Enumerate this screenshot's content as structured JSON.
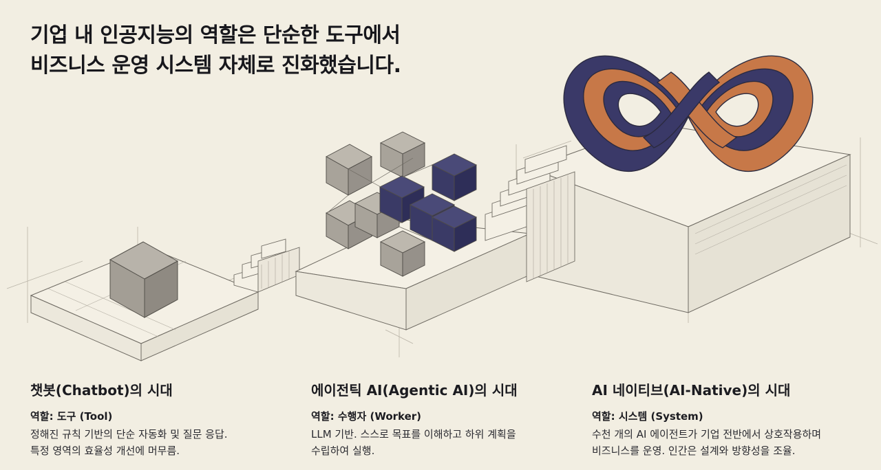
{
  "headline": {
    "line1": "기업 내 인공지능의 역할은 단순한 도구에서",
    "line2": "비즈니스 운영 시스템 자체로 진화했습니다."
  },
  "colors": {
    "background": "#f2eee2",
    "grey_cube": "#a8a39a",
    "navy_cube": "#363760",
    "infinity_orange": "#c77848",
    "infinity_navy": "#3a3968"
  },
  "eras": [
    {
      "title": "챗봇(Chatbot)의 시대",
      "role_label": "역할:",
      "role_value": "도구 (Tool)",
      "desc_line1": "정해진 규칙 기반의 단순 자동화 및 질문 응답.",
      "desc_line2": "특정 영역의 효율성 개선에 머무름."
    },
    {
      "title": "에이전틱 AI(Agentic AI)의 시대",
      "role_label": "역할:",
      "role_value": "수행자 (Worker)",
      "desc_line1": "LLM 기반. 스스로 목표를 이해하고 하위 계획을",
      "desc_line2": "수립하여 실행."
    },
    {
      "title": "AI 네이티브(AI-Native)의 시대",
      "role_label": "역할:",
      "role_value": "시스템 (System)",
      "desc_line1": "수천 개의 AI 에이전트가 기업 전반에서 상호작용하며",
      "desc_line2": "비즈니스를 운영. 인간은 설계와 방향성을 조율."
    }
  ]
}
